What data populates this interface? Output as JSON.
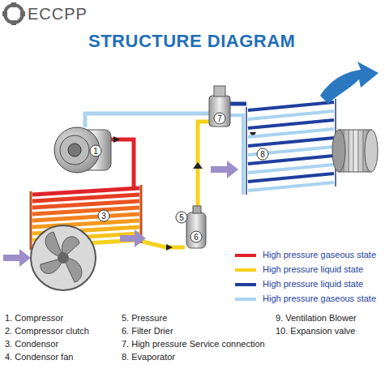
{
  "diagram": {
    "title": "STRUCTURE DIAGRAM",
    "labels": [
      "ECCPP",
      "1",
      "3",
      "5",
      "6",
      "7",
      "8",
      "1. Compressor",
      "2. Compressor clutch",
      "3. Condensor",
      "4. Condensor fan",
      "5. Pressure",
      "6. Filter Drier",
      "7. High pressure Service connection",
      "8. Evaporator",
      "9. Ventilation Blower",
      "10. Expansion valve"
    ],
    "legend": [
      {
        "text": "High pressure gaseous state",
        "color": "#e0232a"
      },
      {
        "text": "High pressure liquid state",
        "color": "#f5d21e"
      },
      {
        "text": "High pressure liquid state",
        "color": "#1e3f9e"
      },
      {
        "text": "High pressure gaseous state",
        "color": "#a9d3f0"
      }
    ]
  }
}
